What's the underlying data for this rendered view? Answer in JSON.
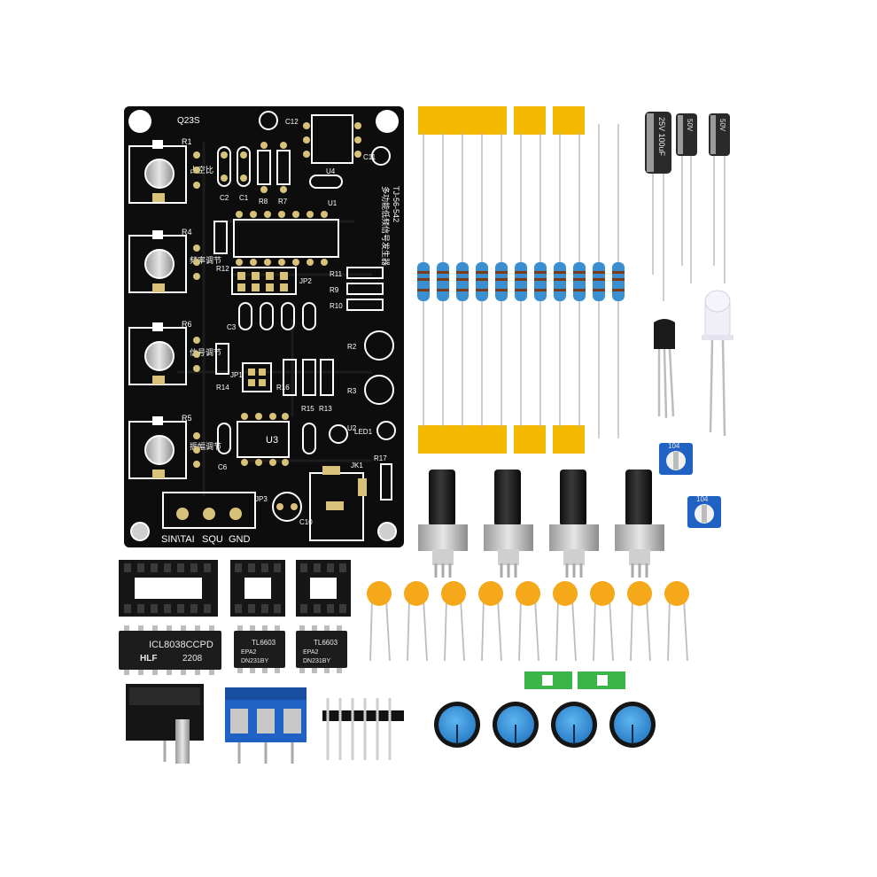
{
  "pcb": {
    "corner_code": "Q23S",
    "title_cn": "多功能低频信号发生器",
    "board_code": "TJ-56-542",
    "terminal_labels": [
      "SIN\\TAI",
      "SQU",
      "GND"
    ],
    "pot_labels": [
      "R1",
      "R4",
      "R6",
      "R5"
    ],
    "pot_desc_cn": [
      "占空比",
      "频率调节",
      "信号调节",
      "振幅调节"
    ],
    "refs": {
      "u1": "U1",
      "u2": "U2",
      "u3": "U3",
      "u4": "U4",
      "c1": "C1",
      "c2": "C2",
      "c3": "C3",
      "c6": "C6",
      "c10": "C10",
      "c11": "C11",
      "c12": "C12",
      "r2": "R2",
      "r3": "R3",
      "r7": "R7",
      "r8": "R8",
      "r9": "R9",
      "r10": "R10",
      "r11": "R11",
      "r12": "R12",
      "r13": "R13",
      "r14": "R14",
      "r15": "R15",
      "r16": "R16",
      "r17": "R17",
      "jk1": "JK1",
      "jp1": "JP1",
      "jp2": "JP2",
      "jp3": "JP3",
      "led1": "LED1"
    }
  },
  "chips": {
    "large": {
      "part": "ICL8038CCPD",
      "brand": "HLF",
      "date": "2208"
    },
    "small": {
      "part": "TL6603",
      "line2": "EPA2",
      "line3": "DN231BY"
    }
  },
  "trimpot_code": "104",
  "capacitors": {
    "cap_a": "25V 100uF",
    "cap_b": "50V",
    "cap_c": "50V"
  },
  "colors": {
    "pcb": "#0d0d0d",
    "tape": "#f5b800",
    "resistor_body": "#3a8fd0",
    "ceramic_cap": "#f4a81a",
    "terminal_block": "#1f62c4",
    "knob": "#3b9be0",
    "jumper_board": "#39b54a"
  },
  "icons": [
    "pcb-board",
    "resistor",
    "potentiometer",
    "ic-socket",
    "ic-chip",
    "dc-jack",
    "screw-terminal",
    "pin-header",
    "knob-cap",
    "electrolytic-capacitor",
    "ceramic-capacitor",
    "transistor",
    "led",
    "trimmer-potentiometer"
  ]
}
